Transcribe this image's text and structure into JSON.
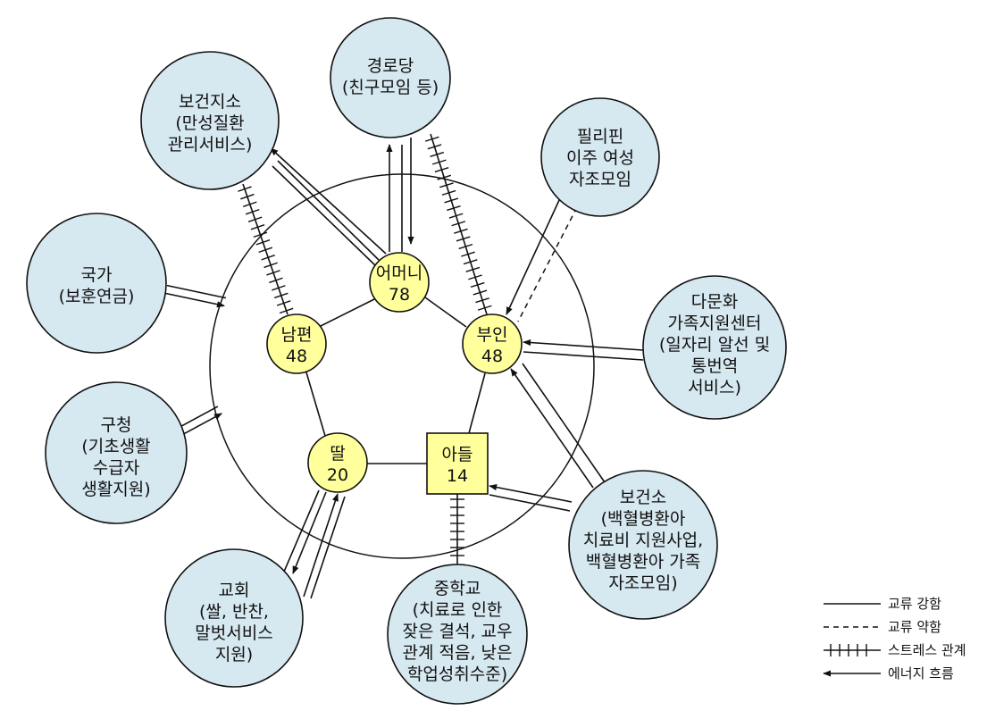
{
  "colors": {
    "external": "#d6e8f0",
    "family": "#ffff9c",
    "stroke": "#111111"
  },
  "family": [
    {
      "id": "mother",
      "shape": "circle",
      "lines": [
        "어머니",
        "78"
      ]
    },
    {
      "id": "husband",
      "shape": "circle",
      "lines": [
        "남편",
        "48"
      ]
    },
    {
      "id": "wife",
      "shape": "circle",
      "lines": [
        "부인",
        "48"
      ]
    },
    {
      "id": "daughter",
      "shape": "circle",
      "lines": [
        "딸",
        "20"
      ]
    },
    {
      "id": "son",
      "shape": "square",
      "lines": [
        "아들",
        "14"
      ]
    }
  ],
  "external": [
    {
      "id": "health-center",
      "lines": [
        "보건지소",
        "(만성질환",
        "관리서비스)"
      ]
    },
    {
      "id": "senior-center",
      "lines": [
        "경로당",
        "(친구모임 등)"
      ]
    },
    {
      "id": "filipino-group",
      "lines": [
        "필리핀",
        "이주 여성",
        "자조모임"
      ]
    },
    {
      "id": "state",
      "lines": [
        "국가",
        "(보훈연금)"
      ]
    },
    {
      "id": "multicultural-center",
      "lines": [
        "다문화",
        "가족지원센터",
        "(일자리 알선 및",
        "통번역",
        "서비스)"
      ]
    },
    {
      "id": "district-office",
      "lines": [
        "구청",
        "(기초생활",
        "수급자",
        "생활지원)"
      ]
    },
    {
      "id": "public-health",
      "lines": [
        "보건소",
        "(백혈병환아",
        "치료비 지원사업,",
        "백혈병환아 가족",
        "자조모임)"
      ]
    },
    {
      "id": "church",
      "lines": [
        "교회",
        "(쌀, 반찬,",
        "말벗서비스",
        "지원)"
      ]
    },
    {
      "id": "middle-school",
      "lines": [
        "중학교",
        "(치료로 인한",
        "잦은 결석, 교우",
        "관계 적음, 낮은",
        "학업성취수준)"
      ]
    }
  ],
  "legend": [
    {
      "type": "strong",
      "label": "교류 강함"
    },
    {
      "type": "weak",
      "label": "교류 약함"
    },
    {
      "type": "stress",
      "label": "스트레스 관계"
    },
    {
      "type": "energy",
      "label": "에너지 흐름"
    }
  ]
}
